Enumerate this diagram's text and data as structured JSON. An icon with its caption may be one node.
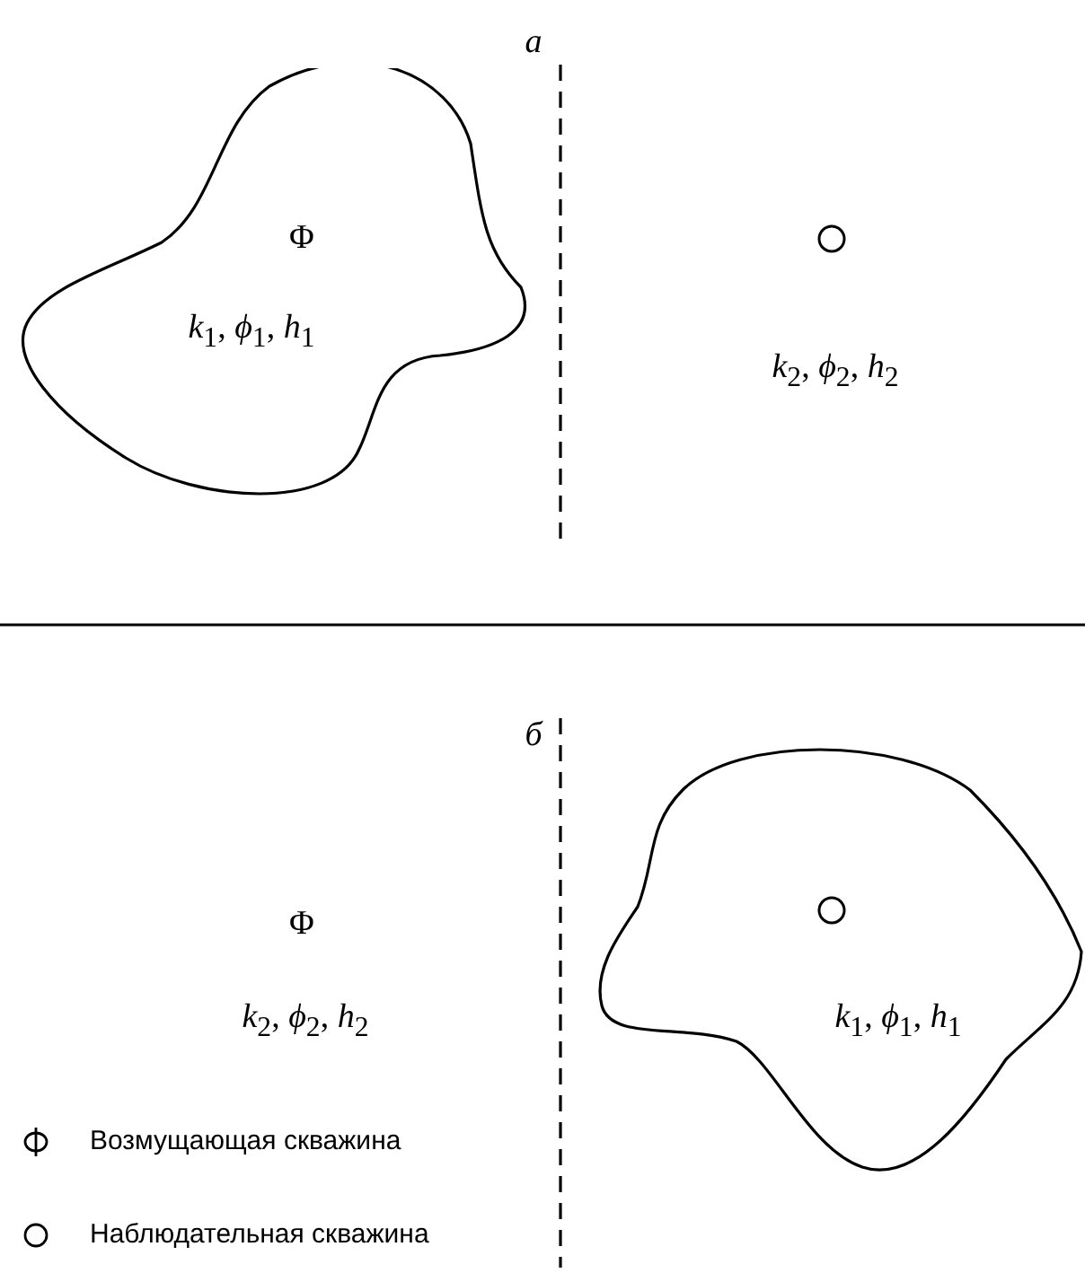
{
  "diagram": {
    "nodes": [
      {
        "text": [
          "Φ",
          "*k*$_{1}$, *ϕ*$_{1}$, *h*$_{1}$"
        ]
      },
      {
        "text": [
          "*k*$_{1}$, *ϕ*$_{1}$, *h*$_{1}$"
        ]
      }
    ],
    "edges": [],
    "labels": [
      "а",
      "*k*$_{2}$, *ϕ*$_{2}$, *h*$_{2}$",
      "б",
      "Φ",
      "*k*$_{2}$, *ϕ*$_{2}$, *h*$_{2}$"
    ],
    "legend": [
      {
        "text": "Возмущающая скважина"
      },
      {
        "text": "Наблюдательная скважина"
      }
    ]
  }
}
